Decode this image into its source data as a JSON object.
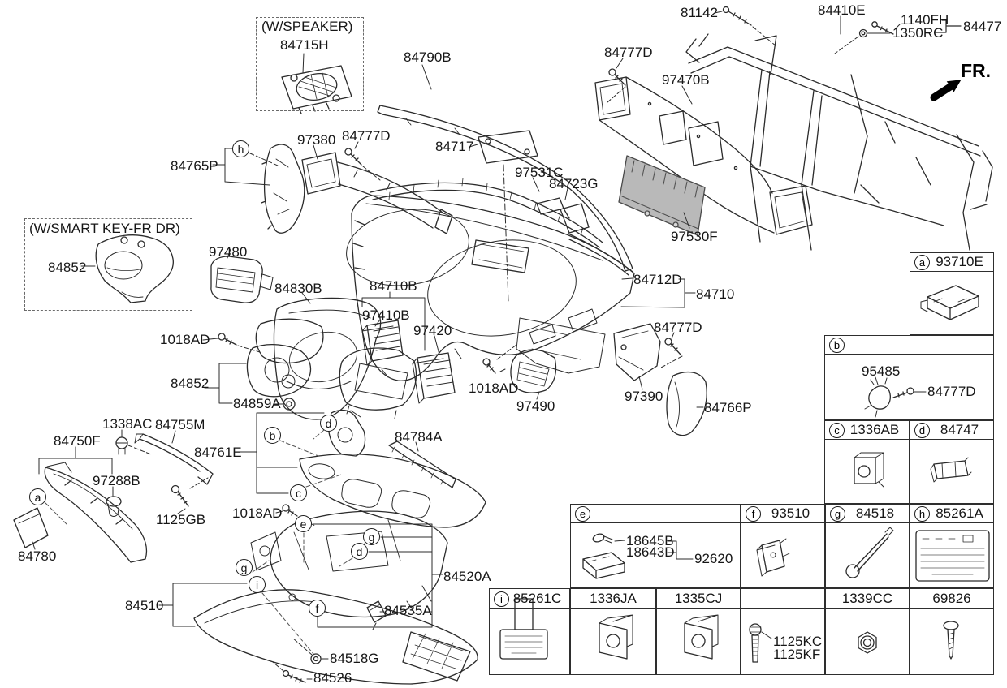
{
  "diagram": {
    "fr_label": "FR.",
    "speaker_box_label": "(W/SPEAKER)",
    "smartkey_box_label": "(W/SMART KEY-FR DR)"
  },
  "parts": {
    "p84715H": "84715H",
    "p84790B": "84790B",
    "p81142": "81142",
    "p84410E": "84410E",
    "p1140FH": "1140FH",
    "p1350RC": "1350RC",
    "p84477": "84477",
    "p84777D": "84777D",
    "p97470B": "97470B",
    "p97530F": "97530F",
    "p84765P": "84765P",
    "p97380": "97380",
    "p84717": "84717",
    "p97531C": "97531C",
    "p84723G": "84723G",
    "p84852": "84852",
    "p97480": "97480",
    "p84830B": "84830B",
    "p84710B": "84710B",
    "p97410B": "97410B",
    "p97420": "97420",
    "p84712D": "84712D",
    "p84710": "84710",
    "p1018AD": "1018AD",
    "p84859A": "84859A",
    "p97490": "97490",
    "p97390": "97390",
    "p84766P": "84766P",
    "p1338AC": "1338AC",
    "p84755M": "84755M",
    "p84750F": "84750F",
    "p97288B": "97288B",
    "p1125GB": "1125GB",
    "p84780": "84780",
    "p84761E": "84761E",
    "p84784A": "84784A",
    "p84520A": "84520A",
    "p84510": "84510",
    "p84535A": "84535A",
    "p84518G": "84518G",
    "p84526": "84526"
  },
  "markers": {
    "a": "a",
    "b": "b",
    "c": "c",
    "d": "d",
    "e": "e",
    "f": "f",
    "g": "g",
    "h": "h",
    "i": "i"
  },
  "ref_table": {
    "a": {
      "letter": "a",
      "part": "93710E"
    },
    "b": {
      "letter": "b",
      "label_95485": "95485",
      "label_84777D": "84777D"
    },
    "c": {
      "letter": "c",
      "part": "1336AB"
    },
    "d": {
      "letter": "d",
      "part": "84747"
    },
    "e": {
      "letter": "e",
      "label_18645B": "18645B",
      "label_18643D": "18643D",
      "label_92620": "92620"
    },
    "f": {
      "letter": "f",
      "part": "93510"
    },
    "g": {
      "letter": "g",
      "part": "84518"
    },
    "h": {
      "letter": "h",
      "part": "85261A"
    },
    "i": {
      "letter": "i",
      "part": "85261C"
    },
    "clip_1336JA": {
      "part": "1336JA"
    },
    "clip_1335CJ": {
      "part": "1335CJ"
    },
    "bolt": {
      "label_1125KC": "1125KC",
      "label_1125KF": "1125KF"
    },
    "nut": {
      "part": "1339CC"
    },
    "screw": {
      "part": "69826"
    }
  }
}
